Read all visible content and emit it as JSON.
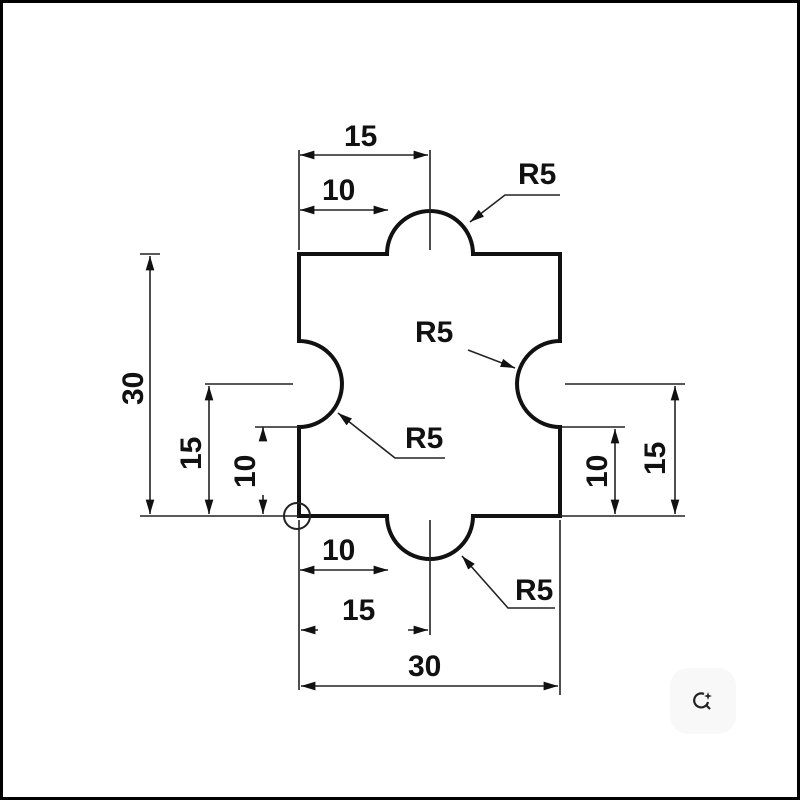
{
  "drawing": {
    "dims": {
      "top_15": "15",
      "top_10": "10",
      "top_r5": "R5",
      "center_r5": "R5",
      "left_r5": "R5",
      "bottom_r5": "R5",
      "left_30": "30",
      "left_15": "15",
      "left_10": "10",
      "right_10": "10",
      "right_15": "15",
      "bottom_10": "10",
      "bottom_15": "15",
      "bottom_30": "30"
    }
  },
  "overlay": {
    "icon": "visual-search-sparkle-icon"
  }
}
